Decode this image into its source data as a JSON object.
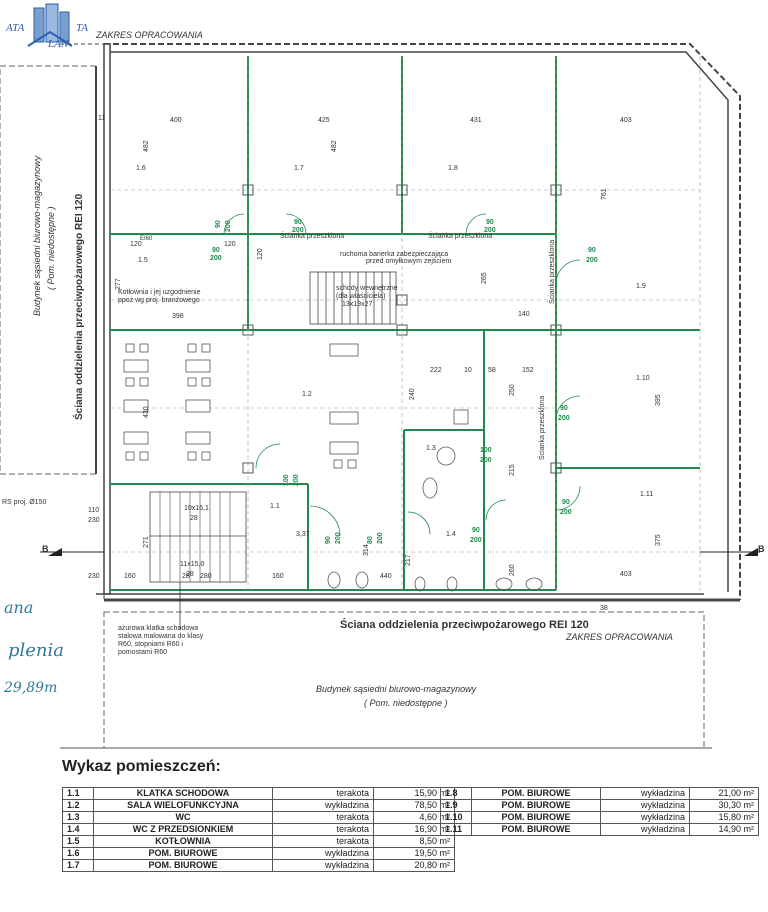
{
  "logo": {
    "text_left": "ATA",
    "text_right": "TA",
    "text_bottom": "LAN"
  },
  "zakres_top": "ZAKRES OPRACOWANIA",
  "zakres_bottom": "ZAKRES OPRACOWANIA",
  "wall_left_vertical": "Ściana oddzielenia przeciwpożarowego REI 120",
  "wall_bottom": "Ściana oddzielenia przeciwpożarowego REI 120",
  "neighbor_left": {
    "line1": "Budynek sąsiedni biurowo-magazynowy",
    "line2": "( Pom. niedostępne )"
  },
  "neighbor_bottom": {
    "line1": "Budynek sąsiedni biurowo-magazynowy",
    "line2": "( Pom. niedostępne )"
  },
  "notes": {
    "partition_1": "Ścianka przeszklona",
    "partition_2": "Ścianka przeszklona",
    "partition_vertical_1": "Ścianka przeszklona",
    "partition_vertical_2": "Ścianka przeszklona",
    "barrier": [
      "ruchoma barierka zabezpieczająca",
      "przed omyłkowym zejściem"
    ],
    "stairs_internal": [
      "schody wewnętrzne",
      "(dla właściciela)",
      "13x19x27"
    ],
    "boiler": [
      "Kotłownia i jej uzgodnienie",
      "ppoż wg proj. branżowego"
    ],
    "rs": "RS proj. Ø150",
    "stair_cage": [
      "ażurowa klatka schodowa",
      "stalowa malowana do klasy",
      "R60, stopniami R60 i",
      "pomostami R60"
    ],
    "stairs_1": [
      "10x16,1",
      "28"
    ],
    "stairs_2": [
      "11x15,0",
      "28",
      "28",
      "280"
    ],
    "section_a": "B",
    "section_b": "B",
    "ei60": "EI60"
  },
  "room_labels": [
    "1.1",
    "1.2",
    "1.3",
    "1.4",
    "1.5",
    "1.6",
    "1.7",
    "1.8",
    "1.9",
    "1.10",
    "1.11"
  ],
  "door_labels": {
    "w": "90",
    "h": "200",
    "w2": "100",
    "w3": "80"
  },
  "dimensions": {
    "top": [
      "400",
      "425",
      "431",
      "403"
    ],
    "d482a": "482",
    "d482b": "482",
    "d761": "761",
    "d120a": "120",
    "d120b": "120",
    "d120c": "120",
    "d277": "277",
    "d398": "398",
    "d140": "140",
    "d152": "152",
    "d265": "265",
    "d395": "395",
    "d375": "375",
    "d403": "403",
    "d222": "222",
    "d10": "10",
    "d58": "58",
    "d240": "240",
    "d250": "250",
    "d215": "215",
    "d337": "3,37",
    "d314": "314",
    "d217": "217",
    "d440": "440",
    "d160a": "160",
    "d160b": "160",
    "d271": "271",
    "d430": "430",
    "d230a": "230",
    "d230b": "230",
    "d110": "110",
    "d38": "38",
    "d260": "260",
    "d11": "11"
  },
  "handwriting": {
    "line1": "ana",
    "line2": "plenia",
    "line3": "29,89m"
  },
  "heading": "Wykaz pomieszczeń:",
  "rooms_left": [
    {
      "no": "1.1",
      "name": "KLATKA SCHODOWA",
      "floor": "terakota",
      "area": "15,90 m²"
    },
    {
      "no": "1.2",
      "name": "SALA WIELOFUNKCYJNA",
      "floor": "wykładzina",
      "area": "78,50 m²"
    },
    {
      "no": "1.3",
      "name": "WC",
      "floor": "terakota",
      "area": "4,60 m²"
    },
    {
      "no": "1.4",
      "name": "WC Z PRZEDSIONKIEM",
      "floor": "terakota",
      "area": "16,90 m²"
    },
    {
      "no": "1.5",
      "name": "KOTŁOWNIA",
      "floor": "terakota",
      "area": "8,50 m²"
    },
    {
      "no": "1.6",
      "name": "POM. BIUROWE",
      "floor": "wykładzina",
      "area": "19,50 m²"
    },
    {
      "no": "1.7",
      "name": "POM. BIUROWE",
      "floor": "wykładzina",
      "area": "20,80 m²"
    }
  ],
  "rooms_right": [
    {
      "no": "1.8",
      "name": "POM. BIUROWE",
      "floor": "wykładzina",
      "area": "21,00 m²"
    },
    {
      "no": "1.9",
      "name": "POM. BIUROWE",
      "floor": "wykładzina",
      "area": "30,30 m²"
    },
    {
      "no": "1.10",
      "name": "POM. BIUROWE",
      "floor": "wykładzina",
      "area": "15,80 m²"
    },
    {
      "no": "1.11",
      "name": "POM. BIUROWE",
      "floor": "wykładzina",
      "area": "14,90 m²"
    }
  ]
}
